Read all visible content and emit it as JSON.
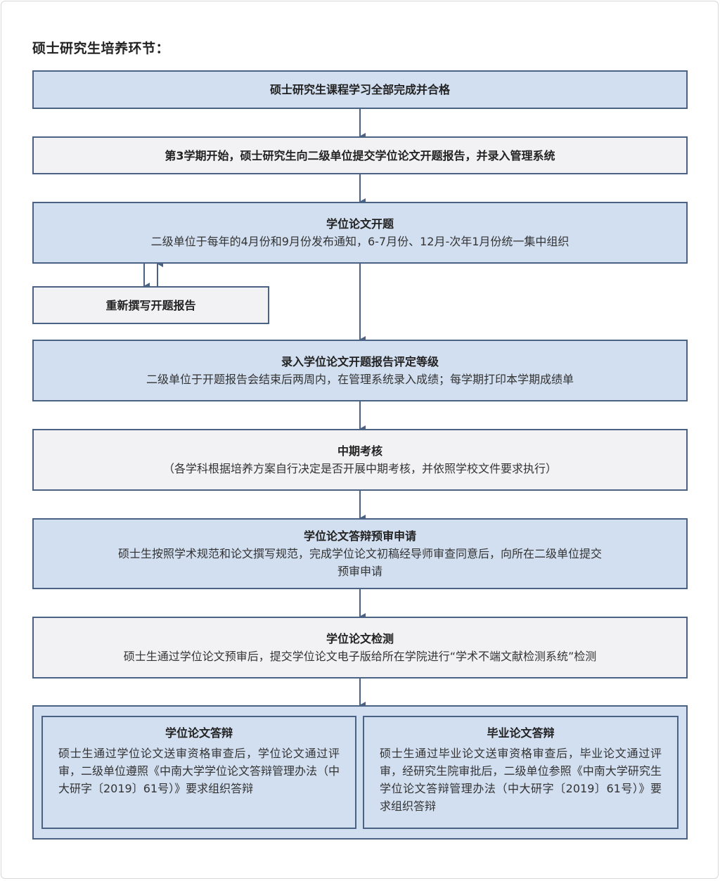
{
  "heading": "硕士研究生培养环节：",
  "steps": [
    {
      "title": "硕士研究生课程学习全部完成并合格"
    },
    {
      "title": "第3学期开始，硕士研究生向二级单位提交学位论文开题报告，并录入管理系统"
    },
    {
      "title": "学位论文开题",
      "desc": "二级单位于每年的4月份和9月份发布通知，6-7月份、12月-次年1月份统一集中组织"
    },
    {
      "title": "重新撰写开题报告"
    },
    {
      "title": "录入学位论文开题报告评定等级",
      "desc": "二级单位于开题报告会结束后两周内，在管理系统录入成绩；每学期打印本学期成绩单"
    },
    {
      "title": "中期考核",
      "desc": "（各学科根据培养方案自行决定是否开展中期考核，并依照学校文件要求执行）"
    },
    {
      "title": "学位论文答辩预审申请",
      "desc1": "硕士生按照学术规范和论文撰写规范，完成学位论文初稿经导师审查同意后，向所在二级单位提交",
      "desc2": "预审申请"
    },
    {
      "title": "学位论文检测",
      "desc": "硕士生通过学位论文预审后，提交学位论文电子版给所在学院进行“学术不端文献检测系统”检测"
    }
  ],
  "defense": {
    "left": {
      "title": "学位论文答辩",
      "desc": "硕士生通过学位论文送审资格审查后，学位论文通过评审，二级单位遵照《中南大学学位论文答辩管理办法（中大研字〔2019〕61号）》要求组织答辩"
    },
    "right": {
      "title": "毕业论文答辩",
      "desc": "硕士生通过毕业论文送审资格审查后，毕业论文通过评审，经研究生院审批后，二级单位参照《中南大学研究生学位论文答辩管理办法（中大研字〔2019〕61号）》要求组织答辩"
    }
  },
  "colors": {
    "border": "#4a6284",
    "blue_fill": "#d2dff0",
    "gray_fill": "#f2f2f4"
  }
}
